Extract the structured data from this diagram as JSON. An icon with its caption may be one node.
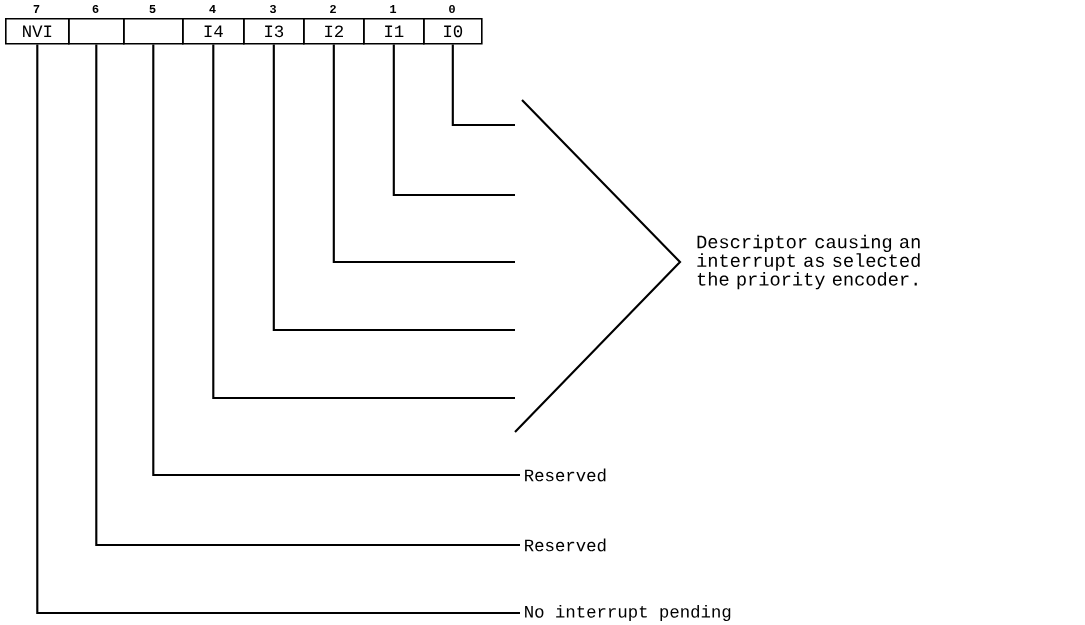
{
  "diagram": {
    "nodes": [
      {
        "text": [
          "NVI"
        ],
        "beside": [
          "7"
        ]
      },
      {
        "text": [],
        "shape": "box",
        "beside": [
          "6"
        ]
      },
      {
        "text": [],
        "shape": "box",
        "beside": [
          "5"
        ]
      },
      {
        "text": [
          "I4"
        ],
        "beside": [
          "4"
        ]
      },
      {
        "text": [
          "I3"
        ],
        "beside": [
          "3"
        ]
      },
      {
        "text": [
          "I2"
        ],
        "beside": [
          "2"
        ]
      },
      {
        "text": [
          "I1"
        ],
        "beside": [
          "1"
        ]
      },
      {
        "text": [
          "I0"
        ],
        "beside": [
          "0"
        ]
      },
      {
        "text": [
          "Descriptor causing an interrupt as selected the priority encoder."
        ]
      },
      {
        "text": [
          "Reserved"
        ]
      },
      {
        "text": [
          "Reserved"
        ]
      },
      {
        "text": [
          "No interrupt pending"
        ]
      }
    ],
    "edges": [
      {
        "from": 7,
        "to": 8,
        "arrow": "none"
      },
      {
        "from": 6,
        "to": 8,
        "arrow": "none"
      },
      {
        "from": 5,
        "to": 8,
        "arrow": "none"
      },
      {
        "from": 4,
        "to": 8,
        "arrow": "none"
      },
      {
        "from": 3,
        "to": 8,
        "arrow": "none"
      },
      {
        "from": 2,
        "to": 9,
        "arrow": "none"
      },
      {
        "from": 1,
        "to": 10,
        "arrow": "none"
      },
      {
        "from": 0,
        "to": 11,
        "arrow": "none"
      }
    ]
  }
}
